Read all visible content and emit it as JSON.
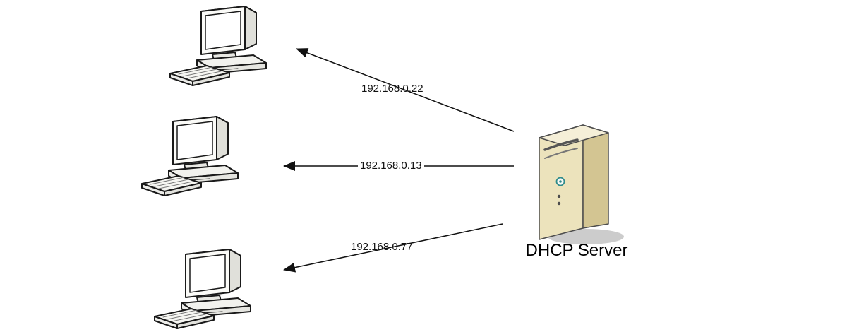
{
  "diagram": {
    "type": "network-diagram",
    "server": {
      "label": "DHCP Server",
      "icon": "server-tower-icon"
    },
    "clients": [
      {
        "icon": "desktop-computer-icon",
        "assigned_ip": "192.168.0.22"
      },
      {
        "icon": "desktop-computer-icon",
        "assigned_ip": "192.168.0.13"
      },
      {
        "icon": "desktop-computer-icon",
        "assigned_ip": "192.168.0.77"
      }
    ],
    "colors": {
      "background": "#ffffff",
      "outline": "#1a1a1a",
      "server_front": "#ece3bc",
      "server_side": "#d3c592",
      "server_top": "#f5efd8",
      "power_button": "#2e8b8b",
      "arrow": "#111111"
    }
  }
}
